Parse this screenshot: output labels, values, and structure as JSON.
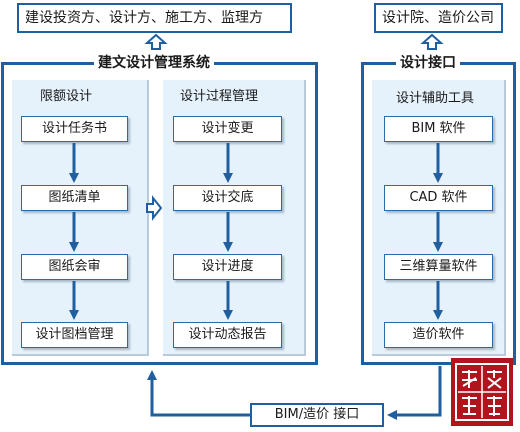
{
  "top_left_box": "建设投资方、设计方、施工方、监理方",
  "top_right_box": "设计院、造价公司",
  "main_frame_title": "建文设计管理系统",
  "right_frame_title": "设计接口",
  "panels": {
    "quota": {
      "title": "限额设计",
      "nodes": [
        "设计任务书",
        "图纸清单",
        "图纸会审",
        "设计图档管理"
      ]
    },
    "process": {
      "title": "设计过程管理",
      "nodes": [
        "设计变更",
        "设计交底",
        "设计进度",
        "设计动态报告"
      ]
    },
    "tools": {
      "title": "设计辅助工具",
      "nodes": [
        "BIM 软件",
        "CAD 软件",
        "三维算量软件",
        "造价软件"
      ]
    }
  },
  "bottom_interface": "BIM/造价  接口",
  "seal_text": "建文软件",
  "colors": {
    "accent": "#1f5fa0",
    "panel_bg": "#e6f2fb",
    "seal": "#b0141d"
  }
}
